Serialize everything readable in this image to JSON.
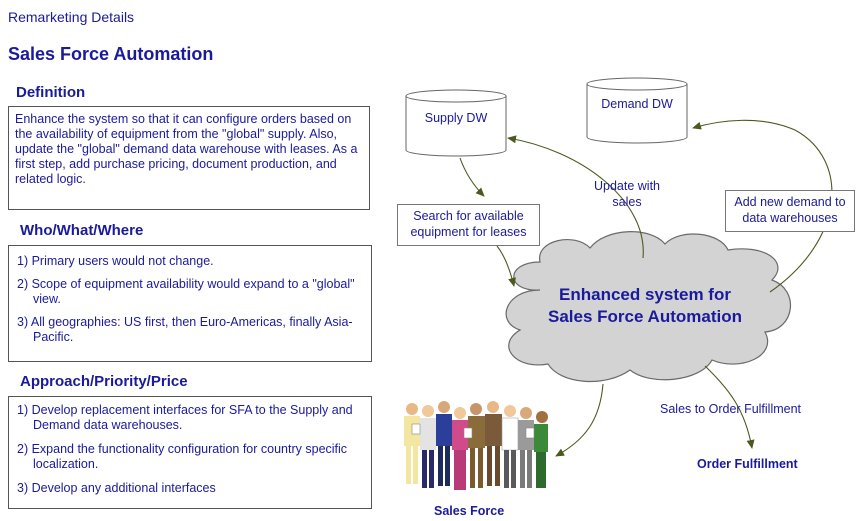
{
  "header": {
    "subtitle": "Remarketing Details",
    "title": "Sales Force Automation"
  },
  "definition": {
    "title": "Definition",
    "text": "Enhance the system so that it can configure orders based on the availability of equipment from the \"global\" supply.  Also, update the \"global\" demand data warehouse with leases.  As a first step, add purchase pricing, document production, and related logic."
  },
  "who": {
    "title": "Who/What/Where",
    "items": [
      "1)  Primary users would not change.",
      "2)  Scope of equipment availability would expand to a \"global\" view.",
      "3)  All geographies:  US first, then Euro-Americas, finally Asia-Pacific."
    ]
  },
  "approach": {
    "title": "Approach/Priority/Price",
    "items": [
      "1)  Develop replacement interfaces for SFA to the Supply and Demand data warehouses.",
      "2)  Expand the functionality configuration for country specific localization.",
      "3)  Develop any additional interfaces"
    ]
  },
  "diagram": {
    "supply_dw": "Supply DW",
    "demand_dw": "Demand DW",
    "search_label": "Search for available equipment for leases",
    "update_label": "Update with  sales",
    "add_demand_label": "Add new demand to data warehouses",
    "cloud_label": "Enhanced  system for Sales Force Automation",
    "sales_to_order": "Sales to Order Fulfillment",
    "order_fulfillment": "Order Fulfillment",
    "sales_force": "Sales Force"
  }
}
